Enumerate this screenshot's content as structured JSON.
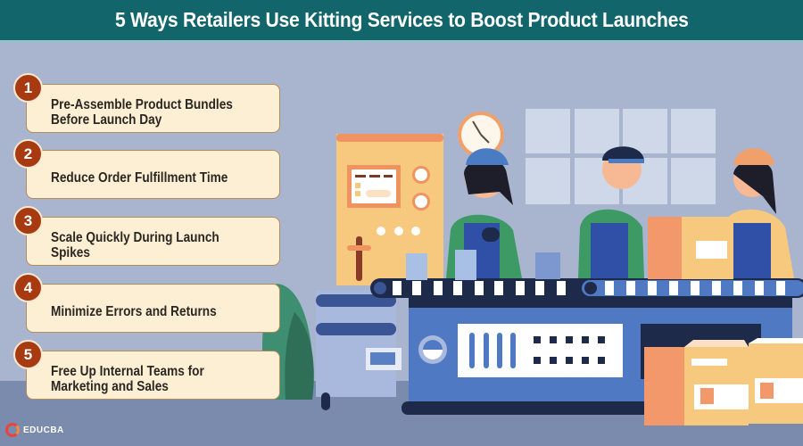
{
  "header": {
    "title": "5 Ways Retailers Use Kitting Services to Boost Product Launches"
  },
  "steps": [
    {
      "number": "1",
      "label": "Pre-Assemble Product Bundles Before Launch Day"
    },
    {
      "number": "2",
      "label": "Reduce Order Fulfillment Time"
    },
    {
      "number": "3",
      "label": "Scale Quickly During Launch Spikes"
    },
    {
      "number": "4",
      "label": "Minimize Errors and Returns"
    },
    {
      "number": "5",
      "label": "Free Up Internal Teams for Marketing and Sales"
    }
  ],
  "footer": {
    "brand": "EDUCBA"
  },
  "illustration": {
    "description": "three workers at a conveyor belt packing products into boxes in a factory"
  },
  "colors": {
    "header_bg": "#12656a",
    "badge": "#a83a12",
    "card_bg": "#fdefd3",
    "background": "#a9b5cf"
  }
}
